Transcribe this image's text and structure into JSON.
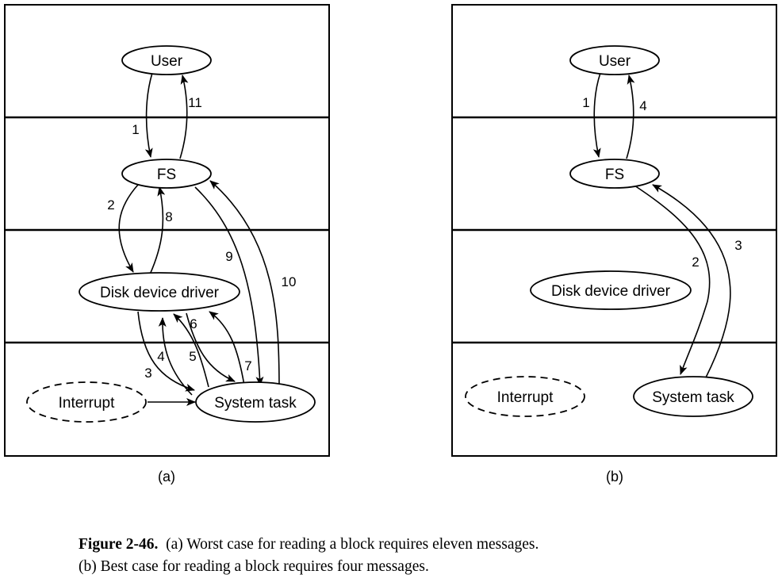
{
  "panel_a": {
    "label": "(a)",
    "nodes": {
      "user": "User",
      "fs": "FS",
      "disk_driver": "Disk device driver",
      "interrupt": "Interrupt",
      "system_task": "System task"
    },
    "message_numbers": [
      "1",
      "2",
      "3",
      "4",
      "5",
      "6",
      "7",
      "8",
      "9",
      "10",
      "11"
    ]
  },
  "panel_b": {
    "label": "(b)",
    "nodes": {
      "user": "User",
      "fs": "FS",
      "disk_driver": "Disk device driver",
      "interrupt": "Interrupt",
      "system_task": "System task"
    },
    "message_numbers": [
      "1",
      "2",
      "3",
      "4"
    ]
  },
  "caption": {
    "figure_label": "Figure 2-46.",
    "line1": "(a) Worst case for reading a block requires eleven messages.",
    "line2": "(b) Best case for reading a block requires four messages."
  }
}
